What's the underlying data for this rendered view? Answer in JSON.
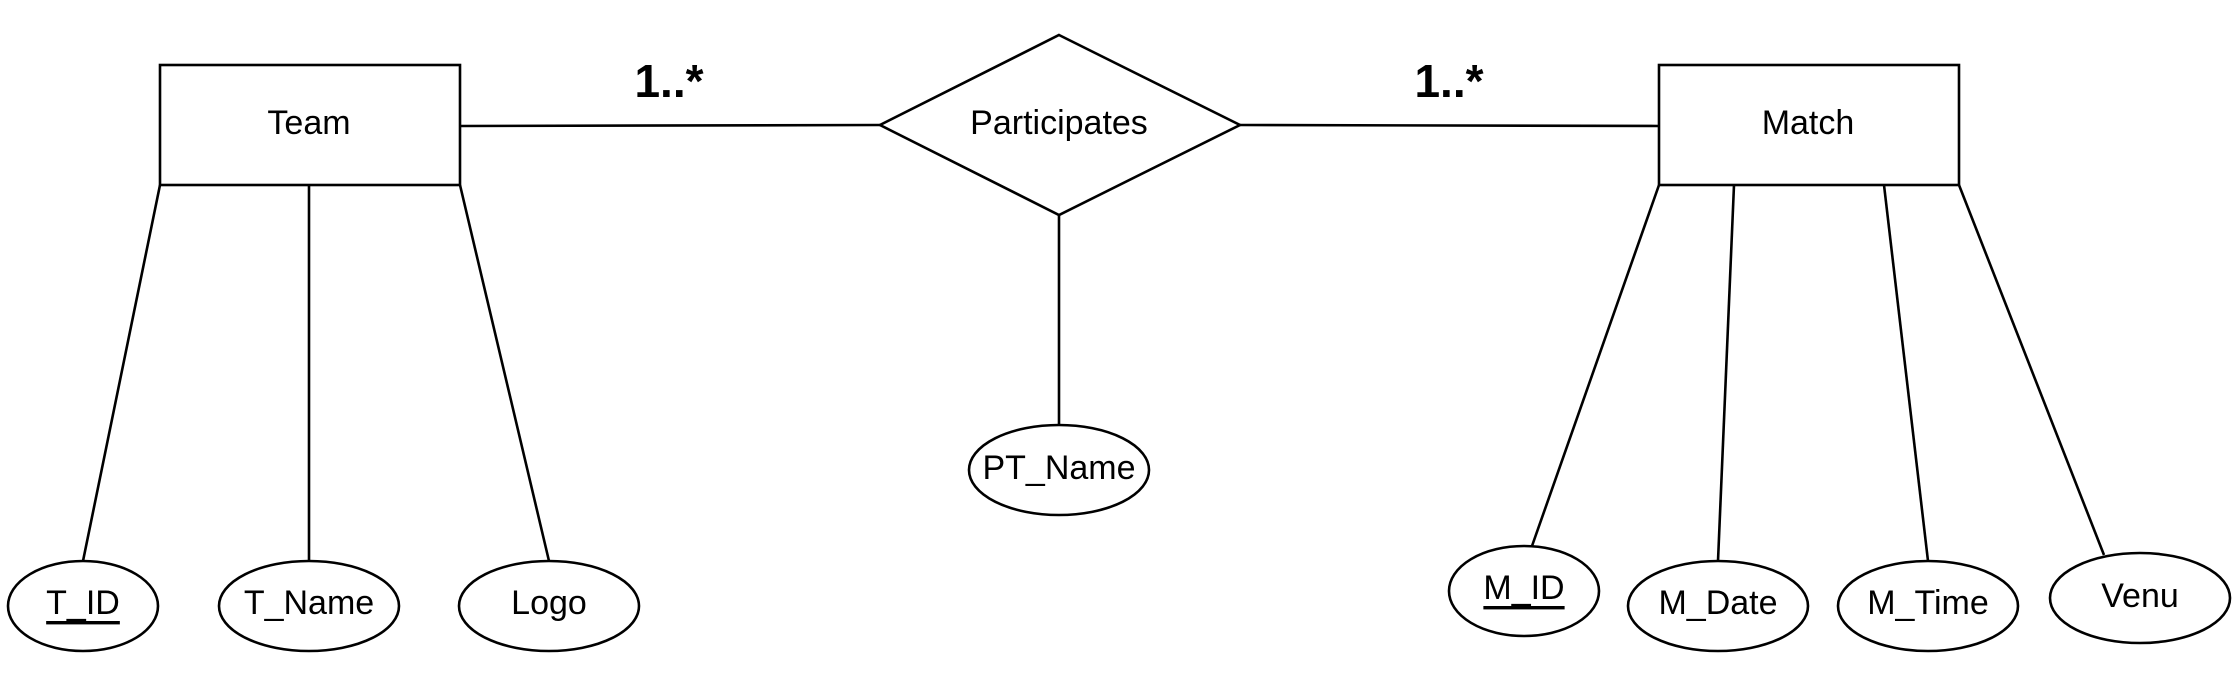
{
  "entities": {
    "team": "Team",
    "match": "Match"
  },
  "relationship": {
    "label": "Participates",
    "cardinality_left": "1..*",
    "cardinality_right": "1..*"
  },
  "attributes": {
    "team": [
      "T_ID",
      "T_Name",
      "Logo"
    ],
    "relationship": [
      "PT_Name"
    ],
    "match": [
      "M_ID",
      "M_Date",
      "M_Time",
      "Venu"
    ]
  },
  "keys": [
    "T_ID",
    "M_ID"
  ]
}
